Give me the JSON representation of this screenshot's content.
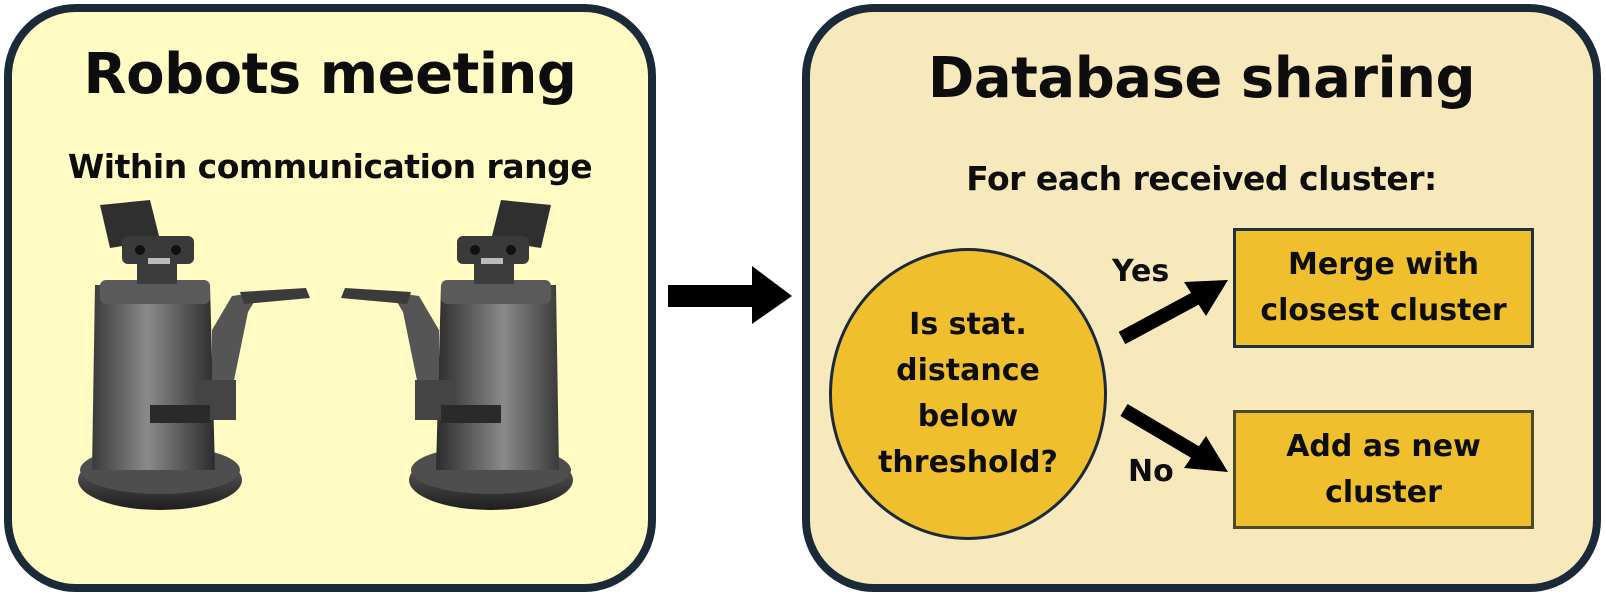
{
  "left_panel": {
    "title": "Robots meeting",
    "subtitle": "Within communication range",
    "illustration": {
      "description": "Two grey PR2-style humanoid robots facing each other with arms extended",
      "icon": "robot-pair-icon"
    },
    "fill_color": "#fffbc2"
  },
  "connector": {
    "icon": "arrow-right-icon",
    "color": "#000000"
  },
  "right_panel": {
    "title": "Database sharing",
    "subtitle": "For each received cluster:",
    "fill_color": "#f8e9bd",
    "flowchart": {
      "decision": {
        "lines": [
          "Is stat.",
          "distance",
          "below",
          "threshold?"
        ],
        "fill_color": "#efbf2e"
      },
      "branches": [
        {
          "label": "Yes",
          "outcome_lines": [
            "Merge with",
            "closest cluster"
          ]
        },
        {
          "label": "No",
          "outcome_lines": [
            "Add as new",
            "cluster"
          ]
        }
      ]
    }
  },
  "colors": {
    "panel_border": "#1b2a38",
    "node_fill": "#efbf2e",
    "arrow": "#000000"
  }
}
